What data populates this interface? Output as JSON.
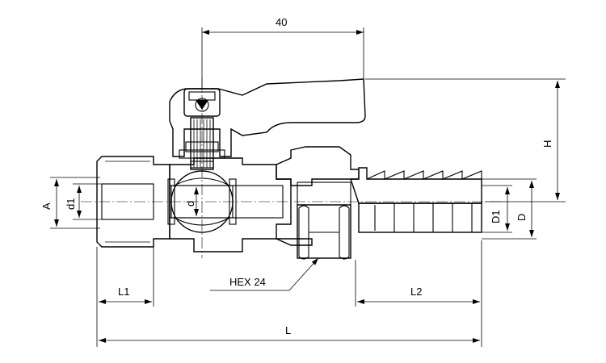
{
  "drawing": {
    "dims": {
      "handle_width": "40",
      "height": "H",
      "port_a": "A",
      "port_d1": "d1",
      "bore_d": "d",
      "hose_D1": "D1",
      "hose_D": "D",
      "hex": "HEX 24",
      "L1": "L1",
      "L2": "L2",
      "L": "L"
    }
  }
}
